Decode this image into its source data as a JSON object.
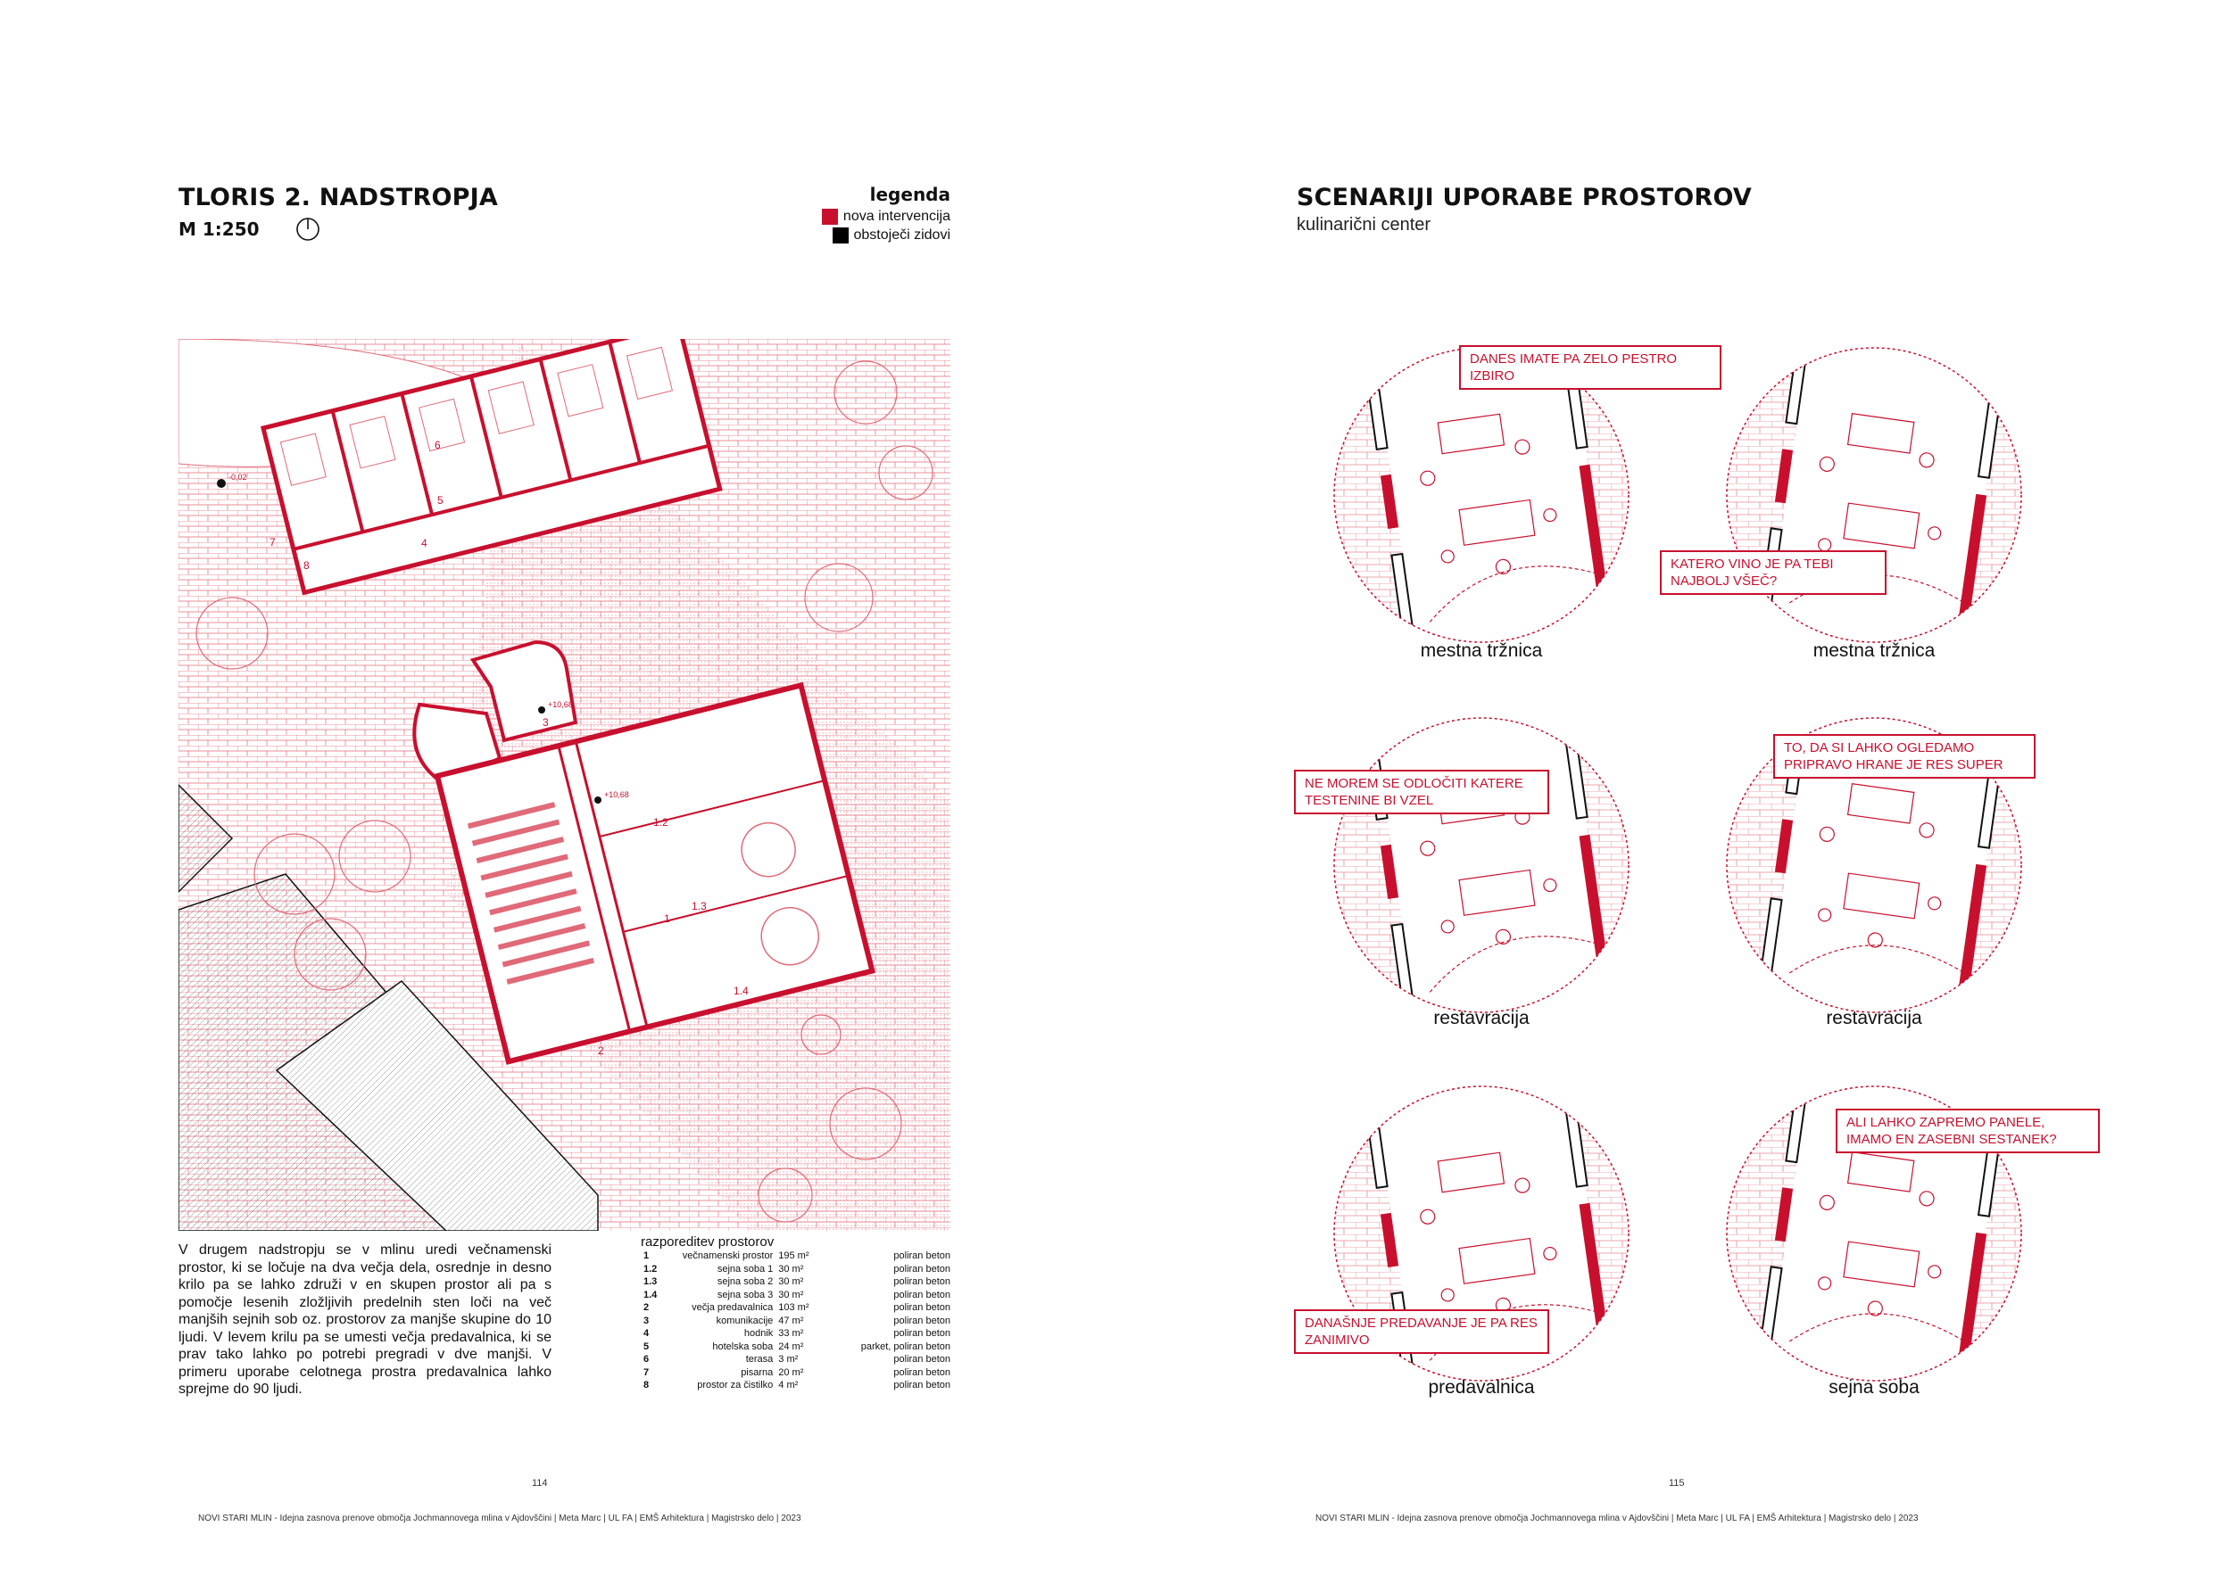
{
  "left_page": {
    "title": "TLORIS 2. NADSTROPJA",
    "scale": "M 1:250",
    "legend": {
      "title": "legenda",
      "items": [
        {
          "label": "nova intervencija",
          "color": "#c8102e"
        },
        {
          "label": "obstoječi zidovi",
          "color": "#000000"
        }
      ]
    },
    "plan": {
      "level_labels": [
        "-0,02",
        "+10,68",
        "+10,68"
      ],
      "room_numbers": [
        "6",
        "5",
        "7",
        "8",
        "4",
        "3",
        "1.2",
        "1.3",
        "1",
        "1.4",
        "2"
      ]
    },
    "description": "V drugem nadstropju se v mlinu uredi večnamenski prostor, ki se ločuje na dva večja dela, osrednje in desno krilo pa se lahko združi v en skupen prostor ali pa s pomočje lesenih zložljivih predelnih sten loči na več manjših sejnih sob oz. prostorov za manjše skupine do 10 ljudi. V levem krilu pa se umesti večja predavalnica, ki se prav tako lahko po potrebi pregradi v dve manjši. V primeru uporabe celotnega prostra predavalnica lahko sprejme do 90 ljudi.",
    "rooms_heading": "razporeditev prostorov",
    "rooms": [
      {
        "num": "1",
        "name": "večnamenski prostor",
        "area": "195 m²",
        "floor": "poliran beton"
      },
      {
        "num": "1.2",
        "name": "sejna soba 1",
        "area": "30 m²",
        "floor": "poliran beton"
      },
      {
        "num": "1.3",
        "name": "sejna soba 2",
        "area": "30 m²",
        "floor": "poliran beton"
      },
      {
        "num": "1.4",
        "name": "sejna soba 3",
        "area": "30 m²",
        "floor": "poliran beton"
      },
      {
        "num": "2",
        "name": "večja predavalnica",
        "area": "103 m²",
        "floor": "poliran beton"
      },
      {
        "num": "3",
        "name": "komunikacije",
        "area": "47 m²",
        "floor": "poliran beton"
      },
      {
        "num": "4",
        "name": "hodnik",
        "area": "33 m²",
        "floor": "poliran beton"
      },
      {
        "num": "5",
        "name": "hotelska soba",
        "area": "24 m²",
        "floor": "parket, poliran beton"
      },
      {
        "num": "6",
        "name": "terasa",
        "area": "3 m²",
        "floor": "poliran beton"
      },
      {
        "num": "7",
        "name": "pisarna",
        "area": "20 m²",
        "floor": "poliran beton"
      },
      {
        "num": "8",
        "name": "prostor za čistilko",
        "area": "4 m²",
        "floor": "poliran beton"
      }
    ],
    "page_number": "114",
    "footer": "NOVI STARI MLIN - Idejna zasnova prenove območja Jochmannovega mlina v Ajdovščini | Meta Marc | UL FA | EMŠ Arhitektura | Magistrsko delo | 2023"
  },
  "right_page": {
    "title": "SCENARIJI UPORABE PROSTOROV",
    "subtitle": "kulinarični center",
    "scenarios": [
      {
        "caption": "mestna tržnica",
        "bubble": "DANES IMATE PA ZELO PESTRO IZBIRO"
      },
      {
        "caption": "mestna tržnica",
        "bubble": "KATERO VINO JE PA TEBI NAJBOLJ VŠEČ?"
      },
      {
        "caption": "restavracija",
        "bubble": "NE MOREM SE ODLOČITI KATERE TESTENINE BI VZEL"
      },
      {
        "caption": "restavracija",
        "bubble": "TO, DA SI LAHKO OGLEDAMO PRIPRAVO HRANE JE RES SUPER"
      },
      {
        "caption": "predavalnica",
        "bubble": "DANAŠNJE PREDAVANJE JE PA RES ZANIMIVO"
      },
      {
        "caption": "sejna soba",
        "bubble": "ALI LAHKO ZAPREMO PANELE, IMAMO EN ZASEBNI SESTANEK?"
      }
    ],
    "page_number": "115",
    "footer": "NOVI STARI MLIN - Idejna zasnova prenove območja Jochmannovega mlina v Ajdovščini | Meta Marc | UL FA | EMŠ Arhitektura | Magistrsko delo | 2023"
  }
}
